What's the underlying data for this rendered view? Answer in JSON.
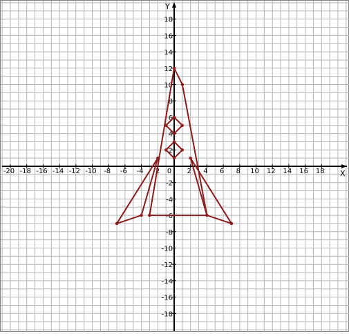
{
  "chart_data": {
    "type": "line",
    "title": "",
    "xlabel": "X",
    "ylabel": "Y",
    "xlim": [
      -21,
      21
    ],
    "ylim": [
      -20,
      20
    ],
    "minor_step": 1,
    "tick_step": 2,
    "grid": true,
    "x_tick_labels": [
      "-20",
      "-18",
      "-16",
      "-14",
      "-12",
      "-10",
      "-8",
      "-6",
      "-4",
      "-2",
      "0",
      "2",
      "4",
      "6",
      "8",
      "10",
      "12",
      "14",
      "16",
      "18"
    ],
    "y_tick_labels": [
      "18",
      "16",
      "14",
      "12",
      "10",
      "8",
      "6",
      "4",
      "2",
      "-2",
      "-4",
      "-6",
      "-8",
      "-10",
      "-12",
      "-14",
      "-16",
      "-18"
    ],
    "series": [
      {
        "color": "#8b1a1a",
        "closed": false,
        "points": [
          [
            -3,
            -6
          ],
          [
            0,
            12
          ],
          [
            1,
            10
          ],
          [
            4,
            -6
          ],
          [
            -3,
            -6
          ]
        ]
      },
      {
        "color": "#8b1a1a",
        "closed": false,
        "points": [
          [
            -7,
            -7
          ],
          [
            -2,
            1
          ],
          [
            -4,
            -6
          ],
          [
            -7,
            -7
          ]
        ]
      },
      {
        "color": "#8b1a1a",
        "closed": false,
        "points": [
          [
            7,
            -7
          ],
          [
            2,
            1
          ],
          [
            4,
            -6
          ],
          [
            7,
            -7
          ]
        ]
      },
      {
        "color": "#8b1a1a",
        "closed": true,
        "points": [
          [
            0,
            6
          ],
          [
            1,
            5
          ],
          [
            0,
            4
          ],
          [
            -1,
            5
          ]
        ]
      },
      {
        "color": "#8b1a1a",
        "closed": true,
        "points": [
          [
            0,
            3
          ],
          [
            1,
            2
          ],
          [
            0,
            1
          ],
          [
            -1,
            2
          ]
        ]
      }
    ]
  }
}
